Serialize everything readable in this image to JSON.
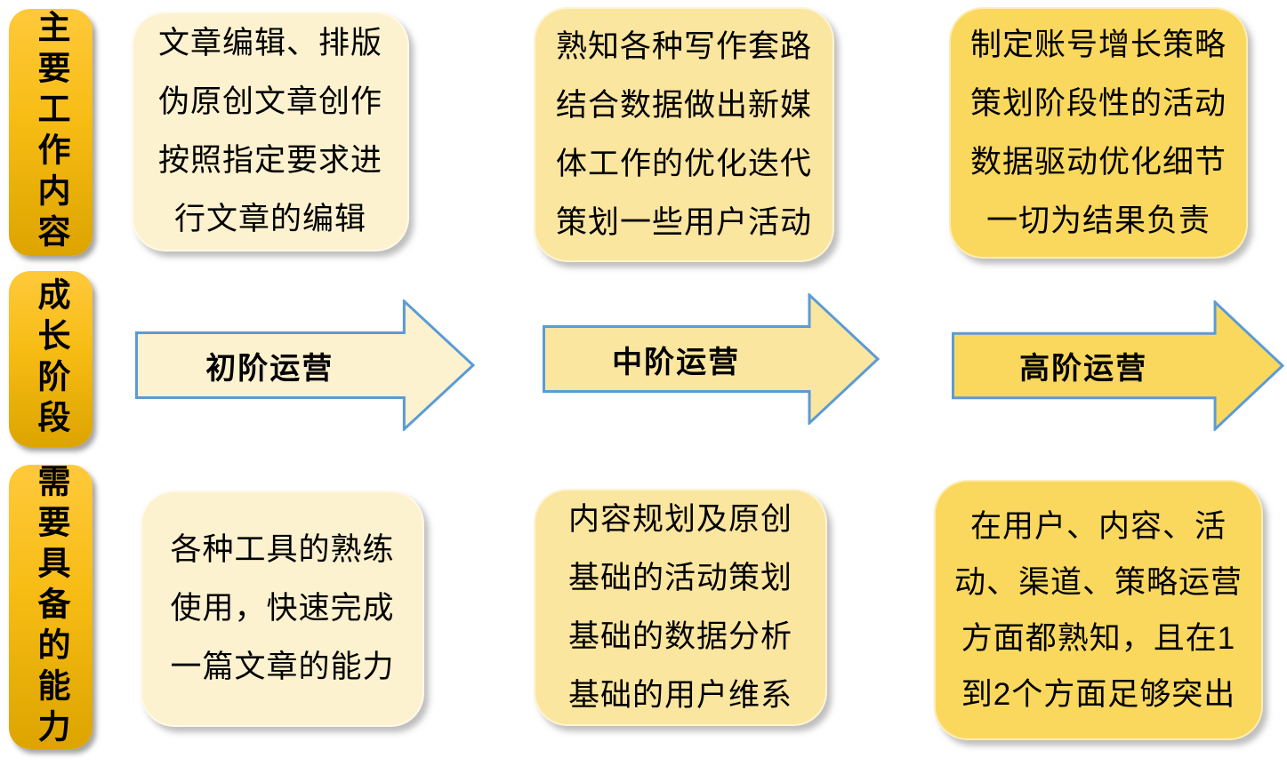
{
  "palette": {
    "label_gradient_top": "#FFC93B",
    "label_gradient_bottom": "#DDA400",
    "column_fills": [
      "#FDF2CF",
      "#FBE6A0",
      "#FAD85E"
    ],
    "arrow_border": "#5B9BD5",
    "text_color": "#000000",
    "background": "#FFFFFF"
  },
  "row_labels": [
    {
      "text": "主要工作内容"
    },
    {
      "text": "成长阶段"
    },
    {
      "text": "需要具备的能力"
    }
  ],
  "columns": [
    {
      "stage_label": "初阶运营",
      "fill": "#FDF2CF",
      "work_content": "文章编辑、排版\n伪原创文章创作\n按照指定要求进\n行文章的编辑",
      "required_ability": "各种工具的熟练\n使用，快速完成\n一篇文章的能力"
    },
    {
      "stage_label": "中阶运营",
      "fill": "#FBE6A0",
      "work_content": "熟知各种写作套路\n结合数据做出新媒\n体工作的优化迭代\n策划一些用户活动",
      "required_ability": "内容规划及原创\n基础的活动策划\n基础的数据分析\n基础的用户维系"
    },
    {
      "stage_label": "高阶运营",
      "fill": "#FAD85E",
      "work_content": "制定账号增长策略\n策划阶段性的活动\n数据驱动优化细节\n一切为结果负责",
      "required_ability": "在用户、内容、活\n动、渠道、策略运营\n方面都熟知，且在1\n到2个方面足够突出"
    }
  ]
}
